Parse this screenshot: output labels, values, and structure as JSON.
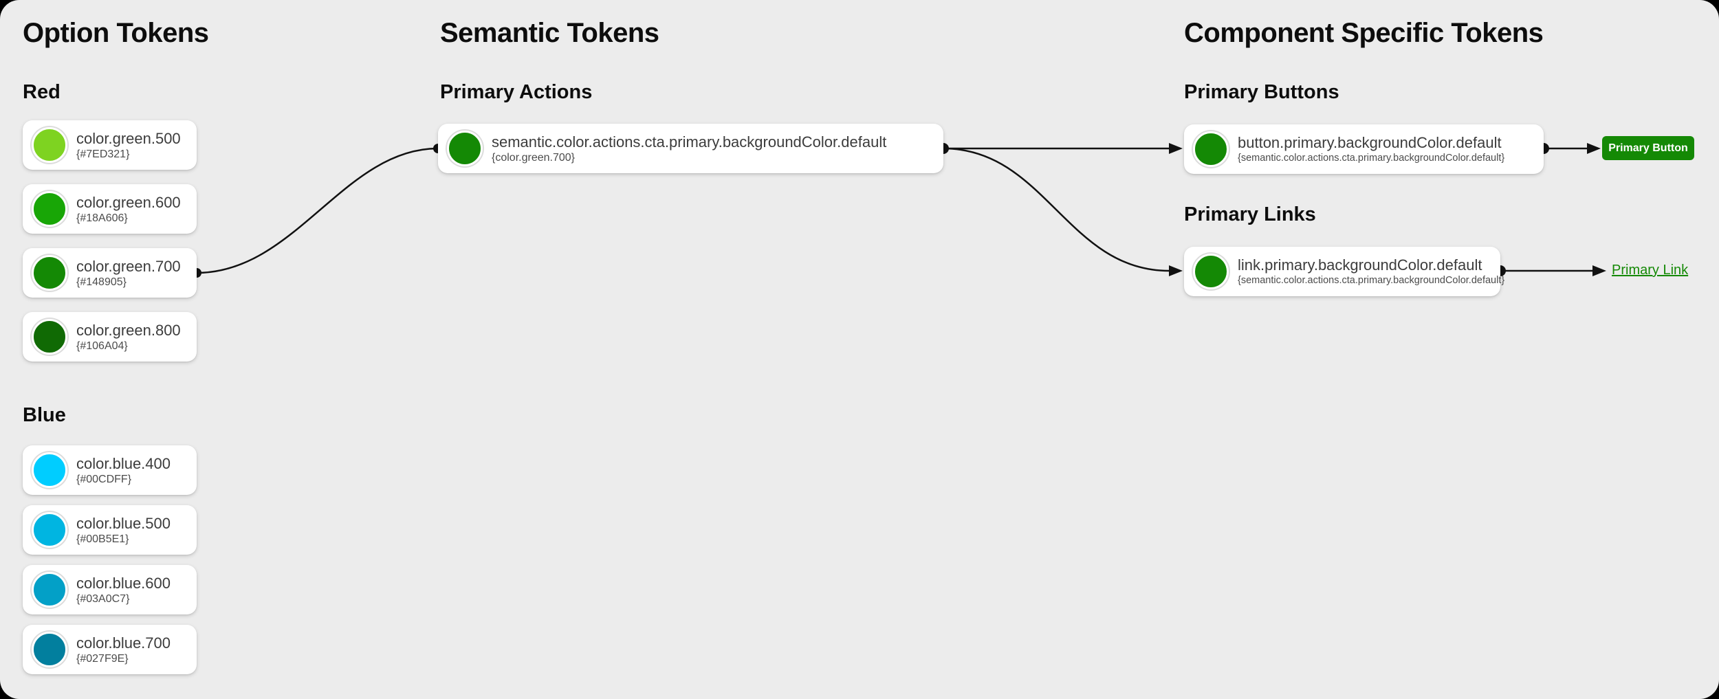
{
  "canvas": {
    "background": "#ECECEC",
    "outer_background": "#000000",
    "wire_color": "#111111"
  },
  "columns": {
    "option": {
      "title": "Option Tokens",
      "sections": {
        "red": {
          "title": "Red",
          "tokens": [
            {
              "name": "color.green.500",
              "value": "{#7ED321}",
              "color": "#7ED321"
            },
            {
              "name": "color.green.600",
              "value": "{#18A606}",
              "color": "#18A606"
            },
            {
              "name": "color.green.700",
              "value": "{#148905}",
              "color": "#148905"
            },
            {
              "name": "color.green.800",
              "value": "{#106A04}",
              "color": "#106A04"
            }
          ]
        },
        "blue": {
          "title": "Blue",
          "tokens": [
            {
              "name": "color.blue.400",
              "value": "{#00CDFF}",
              "color": "#00CDFF"
            },
            {
              "name": "color.blue.500",
              "value": "{#00B5E1}",
              "color": "#00B5E1"
            },
            {
              "name": "color.blue.600",
              "value": "{#03A0C7}",
              "color": "#03A0C7"
            },
            {
              "name": "color.blue.700",
              "value": "{#027F9E}",
              "color": "#027F9E"
            }
          ]
        }
      }
    },
    "semantic": {
      "title": "Semantic Tokens",
      "sections": {
        "primary_actions": {
          "title": "Primary Actions",
          "tokens": [
            {
              "name": "semantic.color.actions.cta.primary.backgroundColor.default",
              "value": "{color.green.700}",
              "color": "#148905"
            }
          ]
        }
      }
    },
    "component": {
      "title": "Component Specific Tokens",
      "sections": {
        "primary_buttons": {
          "title": "Primary Buttons",
          "tokens": [
            {
              "name": "button.primary.backgroundColor.default",
              "value": "{semantic.color.actions.cta.primary.backgroundColor.default}",
              "color": "#148905"
            }
          ]
        },
        "primary_links": {
          "title": "Primary Links",
          "tokens": [
            {
              "name": "link.primary.backgroundColor.default",
              "value": "{semantic.color.actions.cta.primary.backgroundColor.default}",
              "color": "#148905"
            }
          ]
        }
      }
    }
  },
  "examples": {
    "button": {
      "label": "Primary Button",
      "background": "#148905",
      "text_color": "#FFFFFF"
    },
    "link": {
      "label": "Primary Link",
      "color": "#148905"
    }
  }
}
